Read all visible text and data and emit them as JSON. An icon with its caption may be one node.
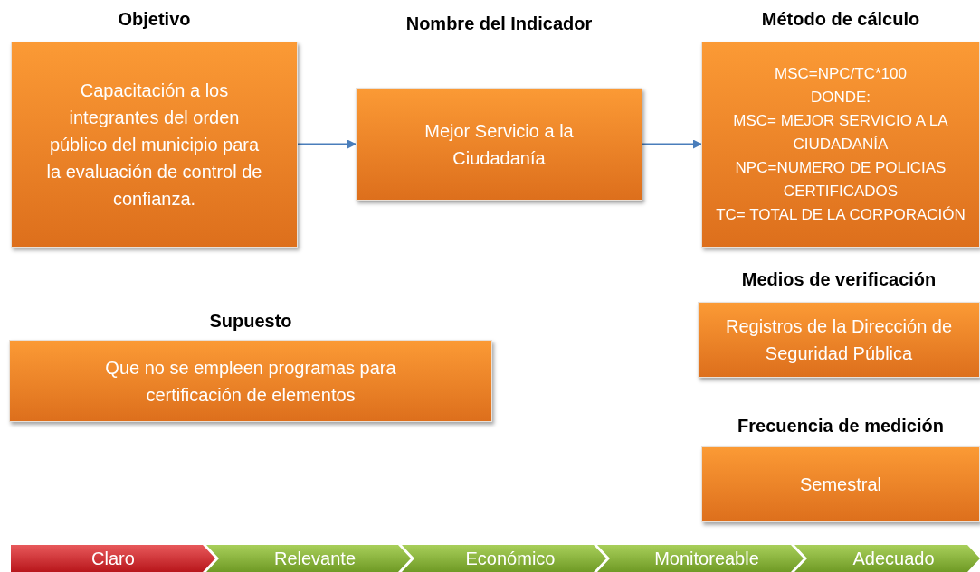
{
  "diagram": {
    "nodes": [
      {
        "text": [
          "Objetivo",
          "Capacitación a los integrantes del orden público del municipio para la evaluación de control de confianza."
        ]
      },
      {
        "text": [
          "Nombre del Indicador",
          "Mejor Servicio a la Ciudadanía"
        ]
      },
      {
        "text": [
          "Método de cálculo",
          "MSC=NPC/TC*100",
          "DONDE:",
          "MSC= MEJOR SERVICIO A LA CIUDADANÍA",
          "NPC=NUMERO DE POLICIAS CERTIFICADOS",
          "TC= TOTAL DE LA CORPORACIÓN"
        ]
      },
      {
        "text": [
          "Supuesto",
          "Que no se empleen programas para certificación de elementos"
        ]
      },
      {
        "text": [
          "Medios de verificación",
          "Registros de la Dirección de Seguridad Pública"
        ]
      },
      {
        "text": [
          "Frecuencia de medición",
          "Semestral"
        ]
      },
      {
        "text": [
          "Claro"
        ]
      },
      {
        "text": [
          "Relevante"
        ]
      },
      {
        "text": [
          "Económico"
        ]
      },
      {
        "text": [
          "Monitoreable"
        ]
      },
      {
        "text": [
          "Adecuado"
        ]
      }
    ],
    "edges": [
      {
        "from": 0,
        "to": 1,
        "arrow": "to"
      },
      {
        "from": 1,
        "to": 2,
        "arrow": "to"
      }
    ]
  }
}
